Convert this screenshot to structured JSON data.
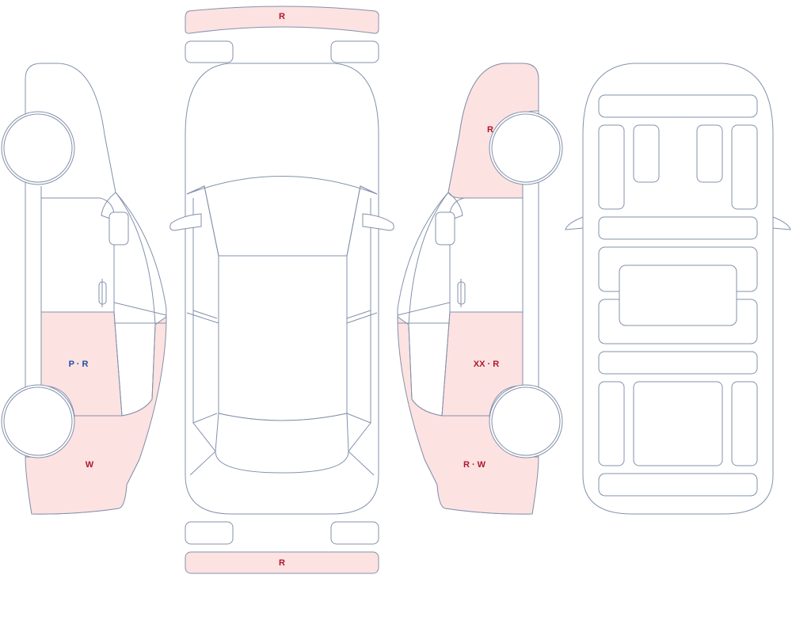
{
  "diagram": {
    "colors": {
      "outline": "#8391ab",
      "damage_fill": "#fde2e2",
      "label_red": "#b0172b",
      "label_blue": "#1f4fa3"
    },
    "labels": {
      "front_bumper": "R",
      "rear_bumper": "R",
      "left_rear_door": "P · R",
      "left_rear_quarter": "W",
      "right_front_fender": "R",
      "right_rear_door": "XX · R",
      "right_rear_quarter": "R · W"
    }
  }
}
